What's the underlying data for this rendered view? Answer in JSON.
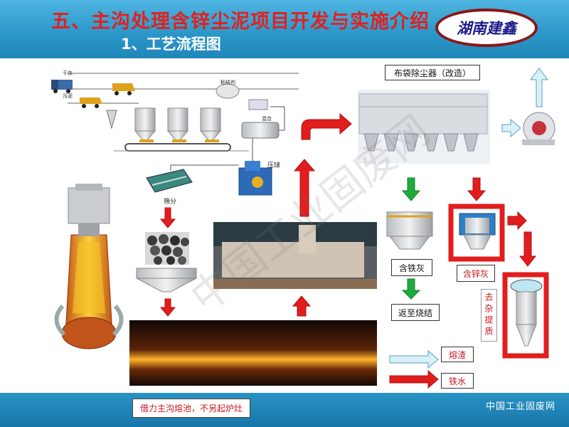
{
  "header": {
    "title": "五、主沟处理含锌尘泥项目开发与实施介绍",
    "subtitle": "1、工艺流程图",
    "brand": "湖南建鑫"
  },
  "flow": {
    "labels": {
      "dry_ash": "干灰",
      "sludge": "污泥",
      "binder": "粘结剂",
      "mixing": "混合",
      "press_ball": "压球",
      "screening": "筛分",
      "bag_filter": "布袋除尘器（改造）",
      "iron_ash": "含铁灰",
      "zinc_ash": "含锌灰",
      "return_sinter": "返至烧结",
      "remove_impurity": "去杂提质",
      "slag": "熔渣",
      "molten_iron": "铁水"
    },
    "note": "借力主沟熔池，不另起炉灶",
    "footer_brand": "中国工业固废网",
    "watermark": "中国工业固废网"
  },
  "colors": {
    "red": "#e11d1d",
    "green": "#1eab3c",
    "header_blue": "#2a96c8",
    "title_red": "#e0211f"
  }
}
